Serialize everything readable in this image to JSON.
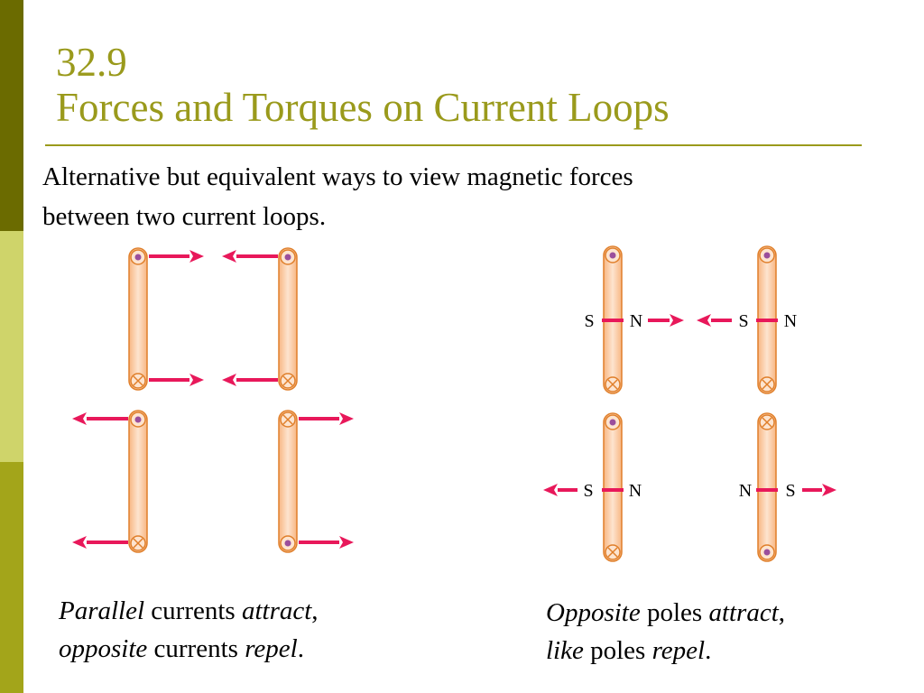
{
  "colors": {
    "accent": "#9a9a1c",
    "sidebar_dark": "#6b6b00",
    "sidebar_mid": "#cfd46a",
    "sidebar_olive": "#a3a51a",
    "arrow": "#e8185a",
    "wire_edge": "#e07f2a",
    "wire_fill": "#f8b682",
    "wire_highlight": "#fde4cf",
    "dot": "#9b4e9c"
  },
  "slide": {
    "section_number": "32.9",
    "title": "Forces and Torques on Current Loops"
  },
  "intro": {
    "line1": "Alternative but equivalent ways to view magnetic forces",
    "line2": "between two current loops."
  },
  "poles": {
    "north": "N",
    "south": "S"
  },
  "caption_left": {
    "w1": "Parallel",
    "w2": " currents ",
    "w3": "attract",
    "w4": ",",
    "w5": "opposite",
    "w6": " currents ",
    "w7": "repel",
    "w8": "."
  },
  "caption_right": {
    "w1": "Opposite",
    "w2": " poles ",
    "w3": "attract",
    "w4": ",",
    "w5": "like",
    "w6": " poles ",
    "w7": "repel",
    "w8": "."
  }
}
